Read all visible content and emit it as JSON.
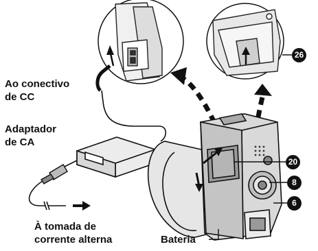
{
  "labels": {
    "dc_connector": [
      "Ao conectivo",
      "de CC"
    ],
    "ac_adapter": [
      "Adaptador",
      "de CA"
    ],
    "ac_outlet": [
      "À tomada de",
      "corrente alterna"
    ],
    "battery": "Bateria"
  },
  "callouts": [
    "26",
    "20",
    "8",
    "6"
  ]
}
